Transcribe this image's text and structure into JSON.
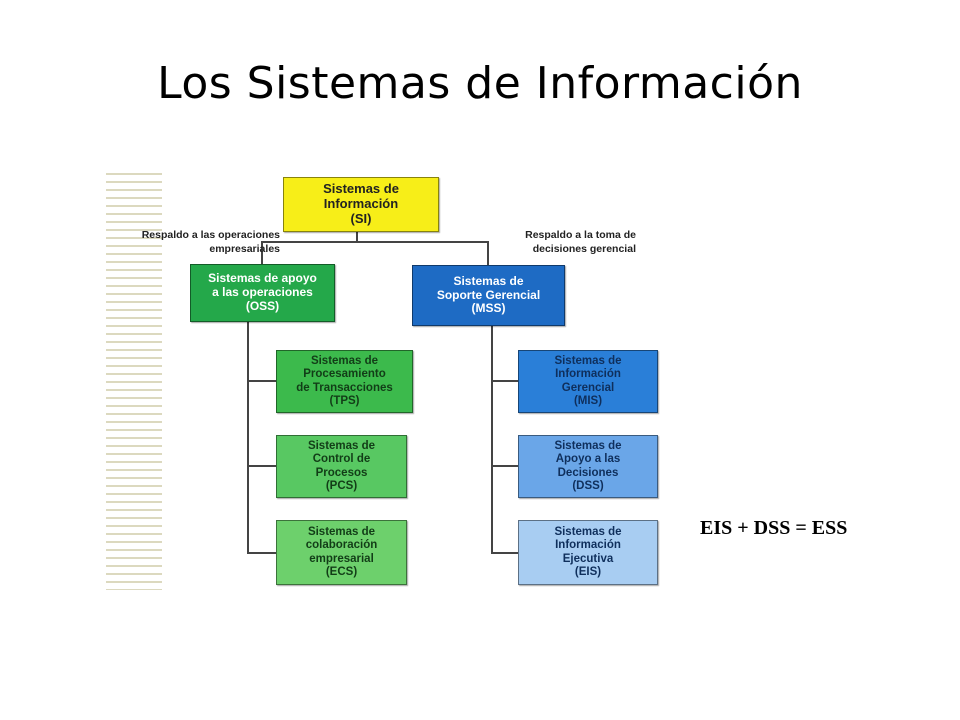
{
  "slide": {
    "title": "Los Sistemas de Información"
  },
  "diagram": {
    "root": {
      "lines": [
        "Sistemas de",
        "Información",
        "(SI)"
      ],
      "color": "#f7ee18"
    },
    "notes": {
      "left": [
        "Respaldo a las operaciones",
        "empresariales"
      ],
      "right": [
        "Respaldo a la  toma de",
        "decisiones gerencial"
      ]
    },
    "oss": {
      "lines": [
        "Sistemas de apoyo",
        "a las operaciones",
        "(OSS)"
      ],
      "color": "#24a84a",
      "children": [
        {
          "lines": [
            "Sistemas de",
            "Procesamiento",
            "de Transacciones",
            "(TPS)"
          ],
          "color": "#3cba4c"
        },
        {
          "lines": [
            "Sistemas de",
            "Control de",
            "Procesos",
            "(PCS)"
          ],
          "color": "#58c862"
        },
        {
          "lines": [
            "Sistemas de",
            "colaboración",
            "empresarial",
            "(ECS)"
          ],
          "color": "#6dd06c"
        }
      ]
    },
    "mss": {
      "lines": [
        "Sistemas de",
        "Soporte  Gerencial",
        "(MSS)"
      ],
      "color": "#1e6bc4",
      "children": [
        {
          "lines": [
            "Sistemas de",
            "Información",
            "Gerencial",
            "(MIS)"
          ],
          "color": "#2a7fd8"
        },
        {
          "lines": [
            "Sistemas de",
            "Apoyo  a las",
            "Decisiones",
            "(DSS)"
          ],
          "color": "#6aa6e8"
        },
        {
          "lines": [
            "Sistemas de",
            "Información",
            "Ejecutiva",
            "(EIS)"
          ],
          "color": "#a8cdf2"
        }
      ]
    },
    "formula": "EIS + DSS = ESS"
  }
}
